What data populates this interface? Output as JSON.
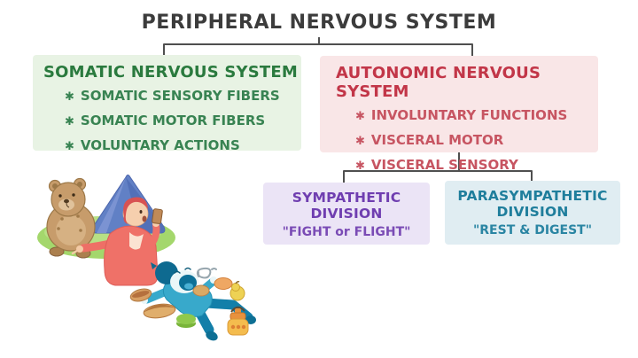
{
  "title": "PERIPHERAL NERVOUS SYSTEM",
  "bullet": "✱",
  "boxes": {
    "somatic": {
      "header": "SOMATIC NERVOUS SYSTEM",
      "items": [
        "SOMATIC SENSORY FIBERS",
        "SOMATIC MOTOR FIBERS",
        "VOLUNTARY ACTIONS"
      ],
      "bg_color": "#e8f3e4",
      "text_color": "#2a7a3e"
    },
    "autonomic": {
      "header": "AUTONOMIC NERVOUS SYSTEM",
      "items": [
        "INVOLUNTARY FUNCTIONS",
        "VISCERAL MOTOR",
        "VISCERAL SENSORY"
      ],
      "bg_color": "#f9e6e7",
      "text_color": "#c23648"
    },
    "sympathetic": {
      "header_line1": "SYMPATHETIC",
      "header_line2": "DIVISION",
      "subtitle": "\"FIGHT or FLIGHT\"",
      "bg_color": "#ebe4f6",
      "text_color": "#6f3eb0"
    },
    "parasympathetic": {
      "header_line1": "PARASYMPATHETIC",
      "header_line2": "DIVISION",
      "subtitle": "\"REST & DIGEST\"",
      "bg_color": "#e0edf2",
      "text_color": "#1f7e9c"
    }
  },
  "connector_color": "#4f4f4f",
  "illustration": {
    "description": "camping scene: bear by a tent startles a person (fight or flight); person lies resting among food and a lantern (rest and digest)",
    "elements": [
      "grass",
      "tent",
      "bear",
      "startled-person",
      "phone",
      "resting-person",
      "snore-swirl",
      "hot-dog",
      "baguette",
      "macaron",
      "bun",
      "pear",
      "lantern"
    ]
  }
}
